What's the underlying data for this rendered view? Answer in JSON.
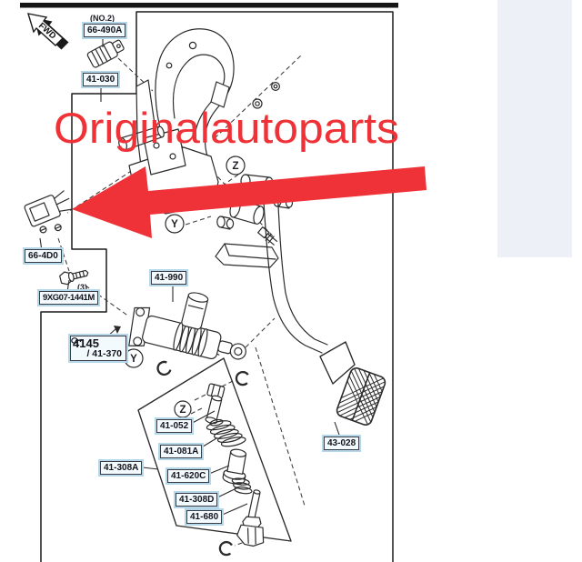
{
  "watermark": {
    "text": "Originalautoparts",
    "color": "#ee3237"
  },
  "fwd_marker": {
    "label": "FWD"
  },
  "part_labels": {
    "no2_note": "(NO.2)",
    "switch_no2": "66-490A",
    "bracket": "41-030",
    "switch": "66-4D0",
    "bolt_qty": "(3)",
    "bolt": "9XG07-1441M",
    "master_cylinder": "41-990",
    "kit_code": "4145",
    "kit_sub": "/ 41-370",
    "pin": "41-052",
    "spring": "41-081A",
    "rod_assembly": "41-308A",
    "bushing": "41-620C",
    "spring_small": "41-308D",
    "pushrod": "41-680",
    "pedal_pad": "43-028"
  },
  "ref_circles": {
    "z1": "Z",
    "y1": "Y",
    "y2": "Y",
    "z2": "Z"
  },
  "colors": {
    "highlight_red": "#ee3237",
    "label_halo_blue": "#b5d7ea",
    "label_fill": "#f3fafe",
    "side_panel_blue": "#edf1f7",
    "line_ink": "#2b2b2b"
  }
}
